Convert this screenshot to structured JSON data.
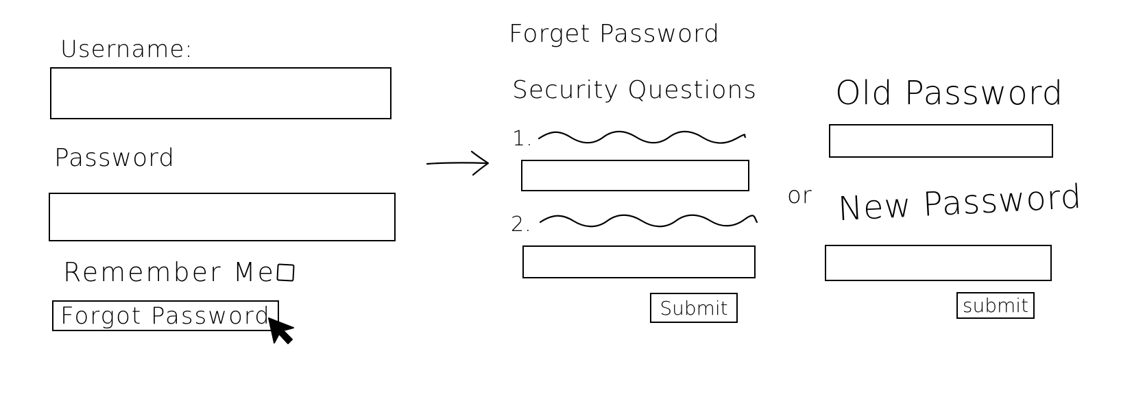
{
  "login": {
    "username_label": "Username:",
    "password_label": "Password",
    "remember_label": "Remember Me",
    "forgot_button": "Forgot Password"
  },
  "forget": {
    "title": "Forget Password",
    "security_heading": "Security Questions",
    "q1_number": "1.",
    "q2_number": "2.",
    "submit_label": "Submit"
  },
  "connector": {
    "or_label": "or"
  },
  "change": {
    "old_label": "Old Password",
    "new_label": "New Password",
    "submit_label": "submit"
  },
  "icons": {
    "arrow": "right-arrow-icon",
    "cursor": "mouse-pointer-icon",
    "squiggle": "placeholder-squiggle-icon"
  }
}
